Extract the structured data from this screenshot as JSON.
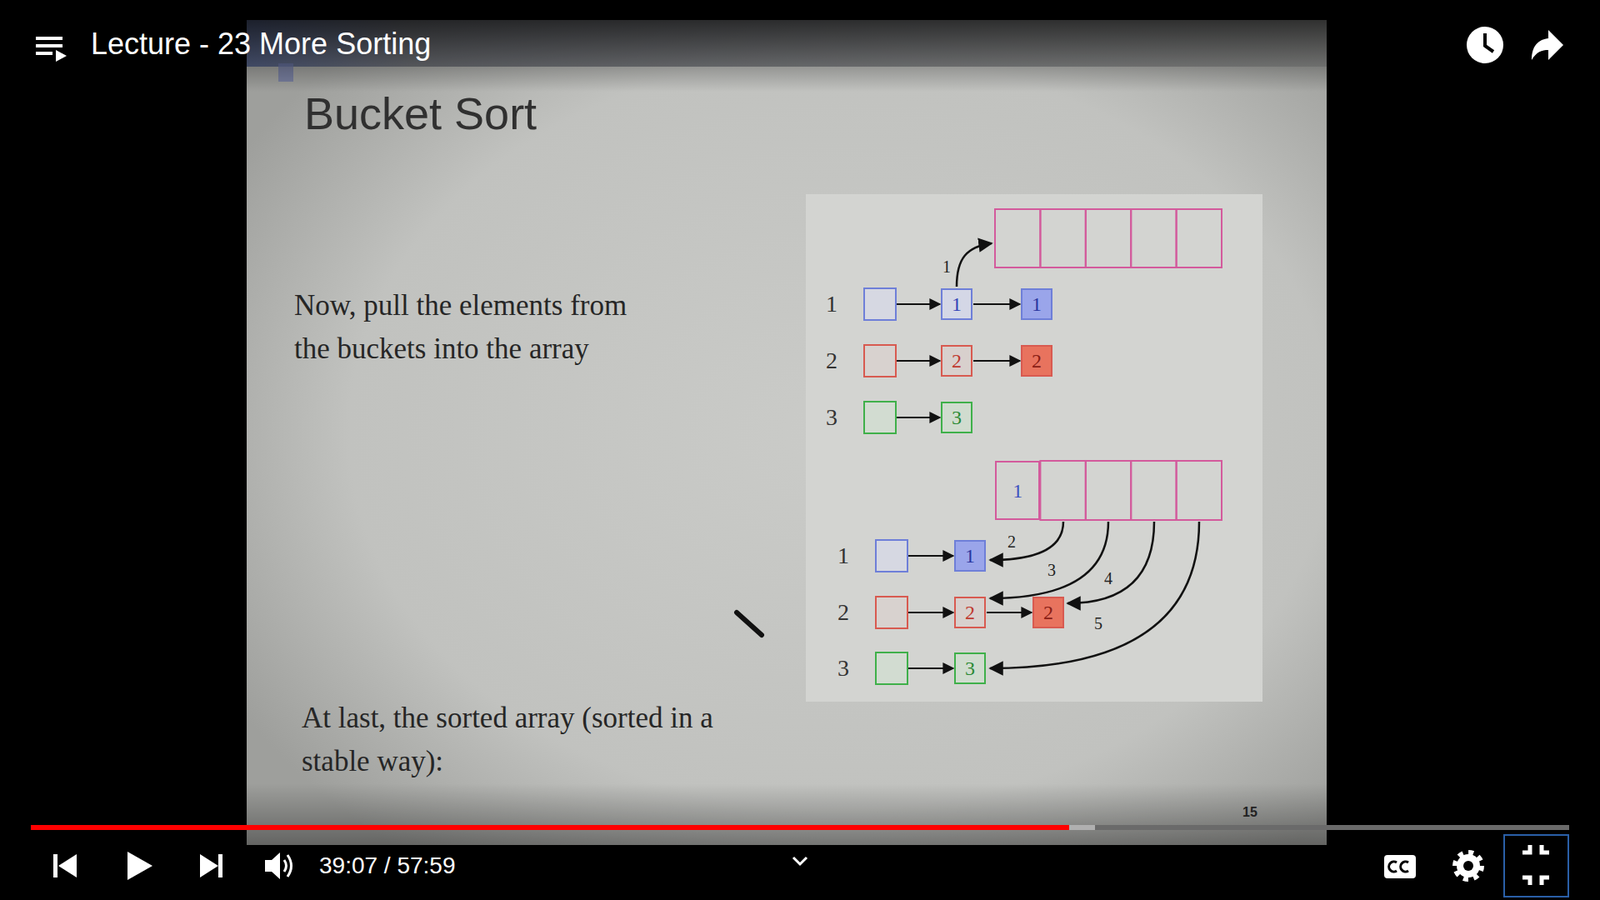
{
  "diagram": {
    "title": "Bucket Sort",
    "nodes": [
      {
        "text": [
          "1"
        ]
      },
      {
        "text": [
          "1"
        ]
      },
      {
        "text": [
          "2"
        ]
      },
      {
        "text": [
          "2"
        ]
      },
      {
        "text": [
          "3"
        ]
      },
      {
        "text": [
          "1"
        ]
      },
      {
        "text": [
          "1"
        ]
      },
      {
        "text": [
          "2"
        ]
      },
      {
        "text": [
          "2"
        ]
      },
      {
        "text": [
          "3"
        ]
      }
    ],
    "edges": [
      {
        "from": 0,
        "to": 1,
        "arrow": "to"
      },
      {
        "from": 2,
        "to": 3,
        "arrow": "to"
      },
      {
        "from": 7,
        "to": 8,
        "arrow": "to"
      }
    ],
    "labels": [
      "Lecture - 23 More Sorting",
      "Now, pull the elements from the buckets into the array",
      "1",
      "2",
      "3",
      "1",
      "1",
      "2",
      "3",
      "2",
      "3",
      "4",
      "5",
      "At last, the sorted array (sorted in a stable way):",
      "15",
      "39:07 / 57:59"
    ]
  }
}
